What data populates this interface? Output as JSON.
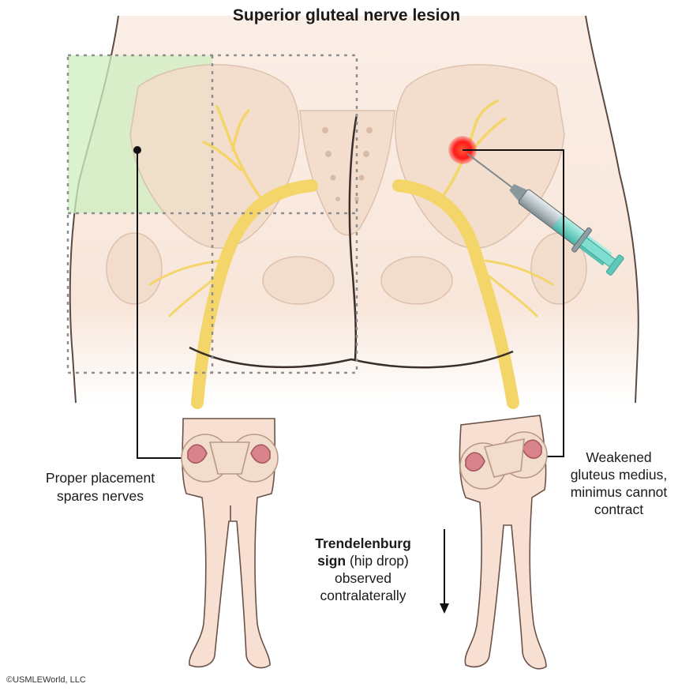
{
  "title": "Superior gluteal nerve lesion",
  "labels": {
    "left": [
      "Proper placement",
      "spares nerves"
    ],
    "right": [
      "Weakened",
      "gluteus medius,",
      "minimus cannot",
      "contract"
    ],
    "sign_bold_1": "Trendelenburg",
    "sign_bold_2": "sign",
    "sign_rest_2": " (hip drop)",
    "sign_line_3": "observed",
    "sign_line_4": "contralaterally"
  },
  "copyright": "©USMLEWorld, LLC",
  "colors": {
    "skin": "#f7e3d6",
    "skin_edge": "#c9a894",
    "bone": "#f3e4d3",
    "nerve": "#f4d56a",
    "safe_zone": "#cdeec0",
    "lesion": "#ff1a1a",
    "syringe_fluid": "#6fd6c8",
    "muscle": "#d9838c"
  }
}
